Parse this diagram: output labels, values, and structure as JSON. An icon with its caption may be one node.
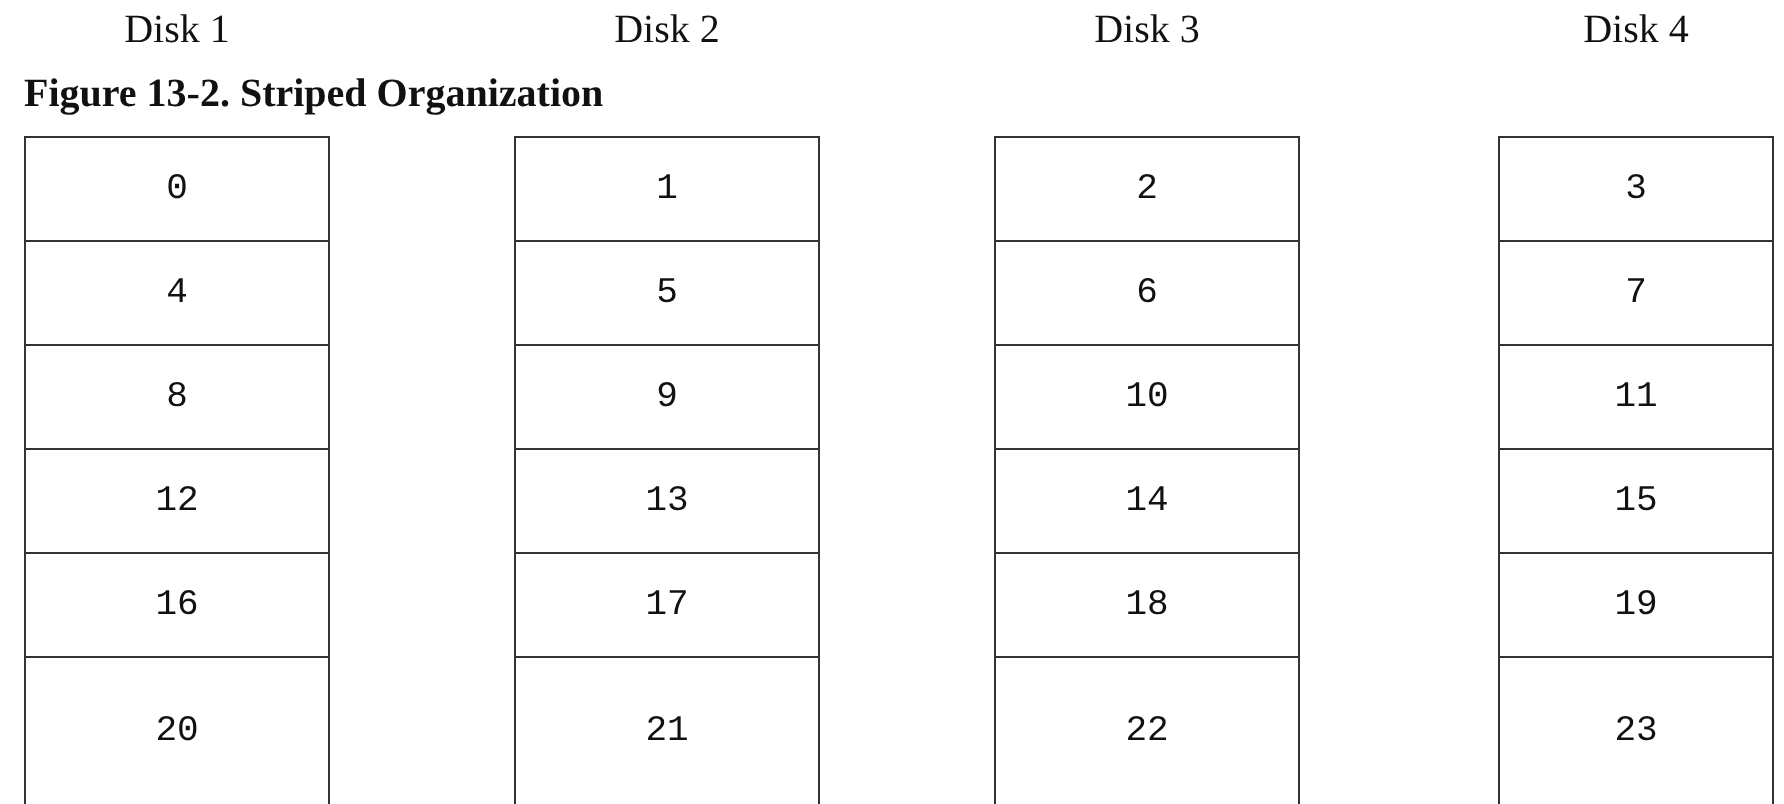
{
  "diagram": {
    "title": "Figure 13-2. Striped Organization",
    "nodes": [
      {
        "text": [
          "0"
        ]
      },
      {
        "text": [
          "1"
        ]
      },
      {
        "text": [
          "2"
        ]
      },
      {
        "text": [
          "3"
        ]
      },
      {
        "text": [
          "4"
        ]
      },
      {
        "text": [
          "5"
        ]
      },
      {
        "text": [
          "6"
        ]
      },
      {
        "text": [
          "7"
        ]
      },
      {
        "text": [
          "8"
        ]
      },
      {
        "text": [
          "9"
        ]
      },
      {
        "text": [
          "10"
        ]
      },
      {
        "text": [
          "11"
        ]
      },
      {
        "text": [
          "12"
        ]
      },
      {
        "text": [
          "13"
        ]
      },
      {
        "text": [
          "14"
        ]
      },
      {
        "text": [
          "15"
        ]
      },
      {
        "text": [
          "16"
        ]
      },
      {
        "text": [
          "17"
        ]
      },
      {
        "text": [
          "18"
        ]
      },
      {
        "text": [
          "19"
        ]
      },
      {
        "text": [
          "20"
        ]
      },
      {
        "text": [
          "21"
        ]
      },
      {
        "text": [
          "22"
        ]
      },
      {
        "text": [
          "23"
        ]
      }
    ],
    "labels": [
      "Disk 1",
      "Disk 2",
      "Disk 3",
      "Disk 4"
    ]
  }
}
